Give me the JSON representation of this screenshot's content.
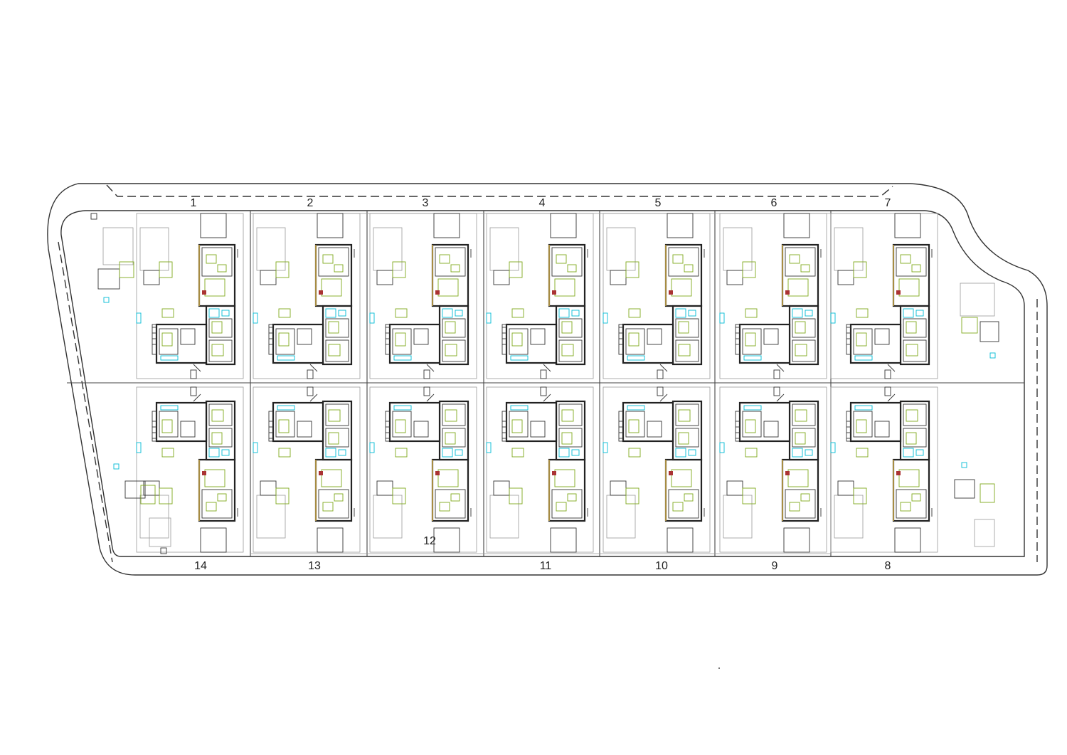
{
  "plan": {
    "plots_top": [
      "1",
      "2",
      "3",
      "4",
      "5",
      "6",
      "7"
    ],
    "plots_bottom": [
      "14",
      "13",
      "12",
      "11",
      "10",
      "9",
      "8"
    ]
  },
  "colors": {
    "line": "#333333",
    "furniture": "#7fa81c",
    "sanitary": "#00bcd4",
    "wood_floor": "#c9a84b",
    "accent": "#aa3333"
  }
}
